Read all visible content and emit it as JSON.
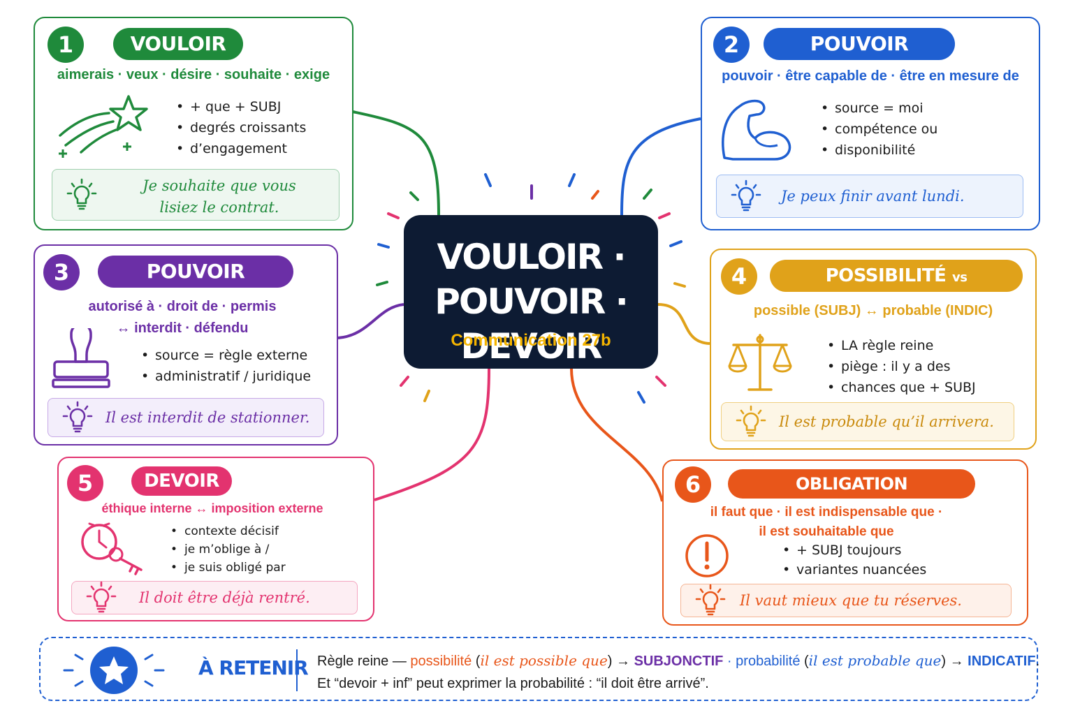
{
  "colors": {
    "green": "#1f8a3b",
    "blue": "#1f5fd1",
    "purple": "#6b2fa6",
    "gold": "#e0a21a",
    "pink": "#e3336f",
    "orange": "#e8561a",
    "navy": "#0d1b33",
    "center_sub": "#f4b400"
  },
  "center": {
    "title_line1": "VOULOIR ·",
    "title_line2": "POUVOIR · DEVOIR",
    "subtitle": "Communication 27b"
  },
  "cards": [
    {
      "num": "1",
      "title": "VOULOIR",
      "synonyms": [
        "aimerais · veux · désire · souhaite · exige"
      ],
      "bullets": [
        "+ que + SUBJ",
        "degrés croissants",
        "d’engagement"
      ],
      "example": [
        "Je souhaite que vous",
        "lisiez le contrat."
      ],
      "icon": "shooting-star-icon"
    },
    {
      "num": "2",
      "title": "POUVOIR INTERNE",
      "synonyms": [
        "pouvoir · être capable de · être en mesure de"
      ],
      "bullets": [
        "source = moi",
        "compétence ou",
        "disponibilité"
      ],
      "example": [
        "Je peux finir avant lundi."
      ],
      "icon": "flexed-arm-icon"
    },
    {
      "num": "3",
      "title": "POUVOIR EXTERNE",
      "synonyms": [
        "autorisé à · droit de · permis",
        "↔ interdit · défendu"
      ],
      "bullets": [
        "source = règle externe",
        "administratif / juridique"
      ],
      "example": [
        "Il est interdit de stationner."
      ],
      "icon": "stamp-icon"
    },
    {
      "num": "4",
      "title_main": "POSSIBILITÉ",
      "title_vs": "vs",
      "title_end": "PROBABILITÉ",
      "synonyms": [
        "possible (SUBJ) ↔ probable (INDIC)"
      ],
      "bullets": [
        "LA règle reine",
        "piège : il y a des",
        "chances que + SUBJ"
      ],
      "example": [
        "Il est probable qu’il arrivera."
      ],
      "icon": "scales-icon"
    },
    {
      "num": "5",
      "title": "DEVOIR",
      "synonyms": [
        "éthique interne ↔ imposition externe"
      ],
      "bullets": [
        "contexte décisif",
        "je m’oblige à /",
        "je suis obligé par"
      ],
      "example": [
        "Il doit être déjà rentré."
      ],
      "icon": "clock-key-icon"
    },
    {
      "num": "6",
      "title": "OBLIGATION IMPERSONNELLE",
      "synonyms": [
        "il faut que · il est indispensable que ·",
        "il est souhaitable que"
      ],
      "bullets": [
        "+ SUBJ toujours",
        "variantes nuancées"
      ],
      "example": [
        "Il vaut mieux que tu réserves."
      ],
      "icon": "exclamation-icon"
    }
  ],
  "retenir": {
    "label": "À RETENIR",
    "line1": {
      "a": "Règle reine — ",
      "b": "possibilité",
      "c": " (",
      "d": "il est possible que",
      "e": ")",
      "f": " → ",
      "g": "SUBJONCTIF",
      "h": " · ",
      "i": "probabilité",
      "j": " (",
      "k": "il est probable que",
      "l": ")",
      "m": " → ",
      "n": "INDICATIF",
      "o": "."
    },
    "line2": "Et “devoir + inf” peut exprimer la probabilité : “il doit être arrivé”."
  }
}
